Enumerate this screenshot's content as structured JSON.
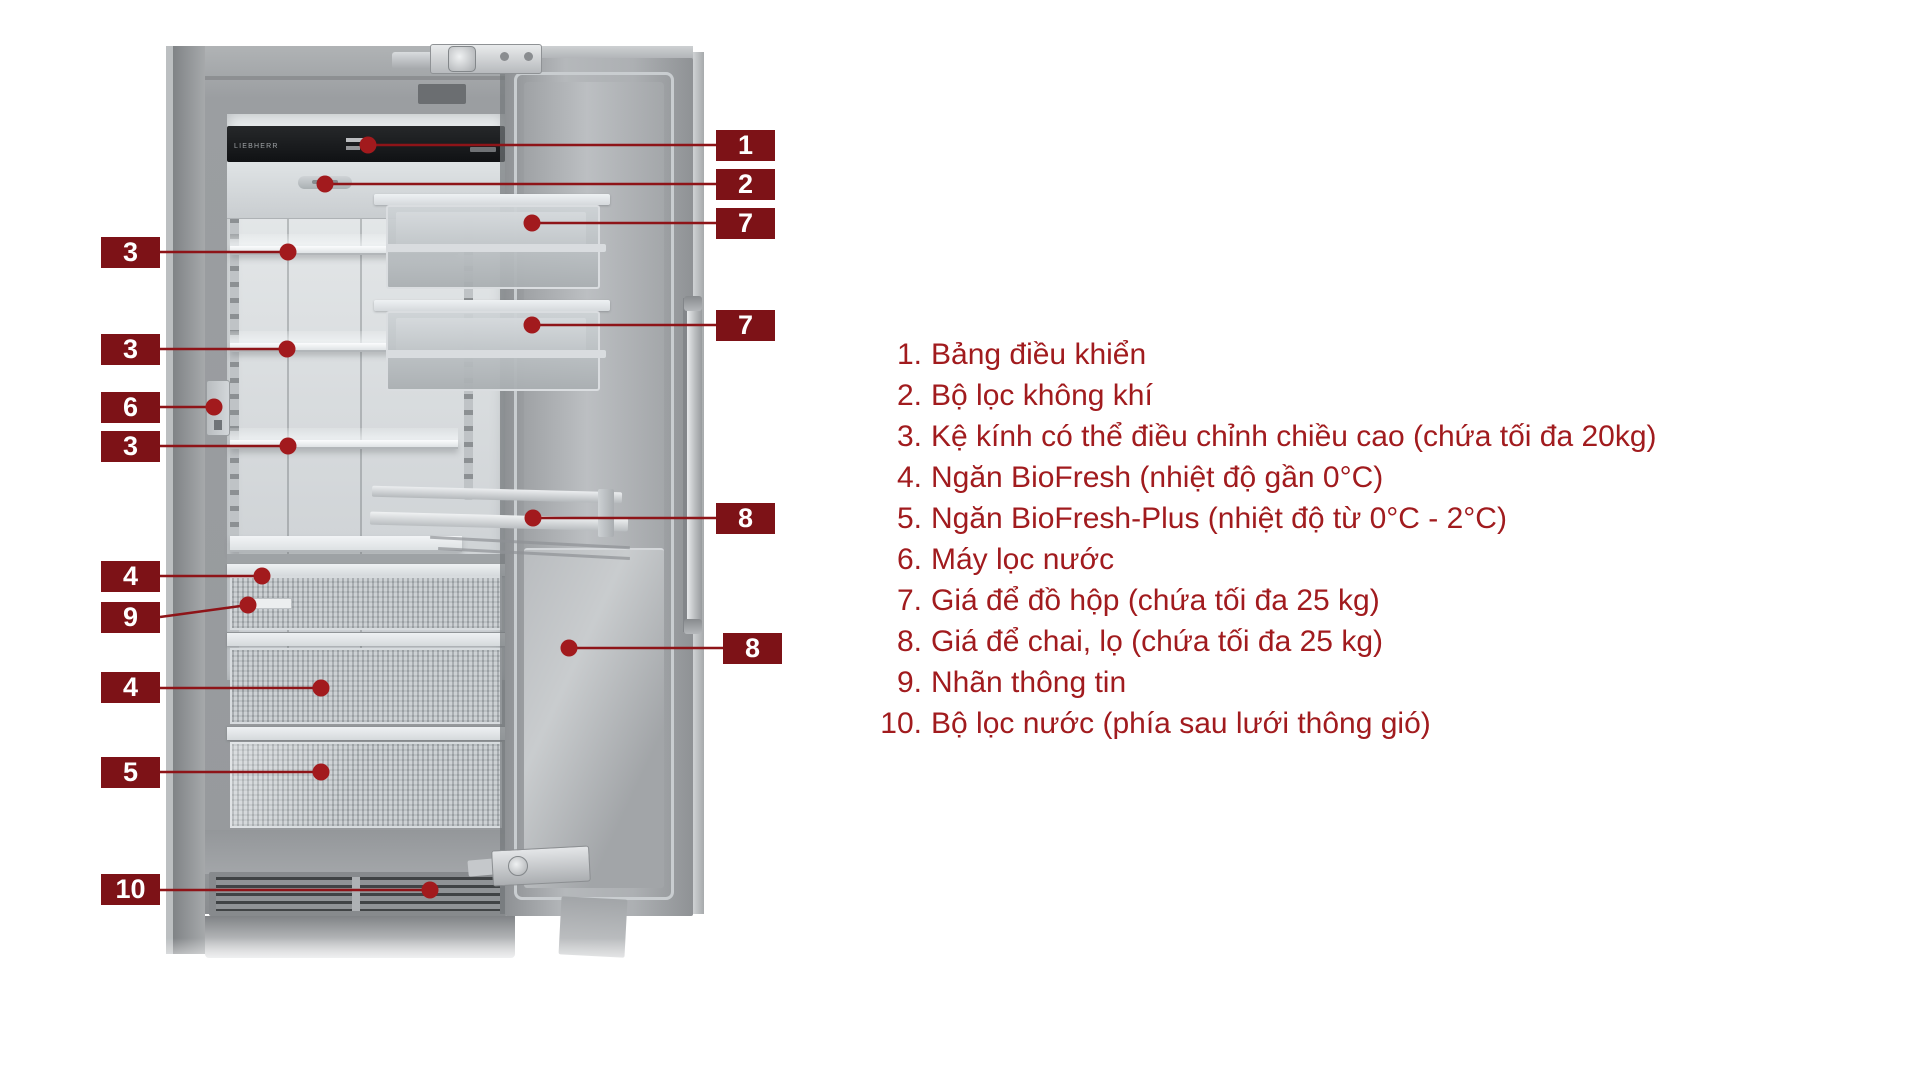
{
  "figure": {
    "brand": "LIEBHERR",
    "accent_color": "#7D1217",
    "line_color": "#8E1418",
    "legend_color": "#A11B1E"
  },
  "callouts": [
    {
      "number": "3"
    },
    {
      "number": "3"
    },
    {
      "number": "6"
    },
    {
      "number": "3"
    },
    {
      "number": "4"
    },
    {
      "number": "9"
    },
    {
      "number": "4"
    },
    {
      "number": "5"
    },
    {
      "number": "10"
    },
    {
      "number": "1"
    },
    {
      "number": "2"
    },
    {
      "number": "7"
    },
    {
      "number": "7"
    },
    {
      "number": "8"
    },
    {
      "number": "8"
    }
  ],
  "legend": {
    "items": [
      {
        "num": "1.",
        "text": "Bảng điều khiển"
      },
      {
        "num": "2.",
        "text": "Bộ lọc không khí"
      },
      {
        "num": "3.",
        "text": "Kệ kính có thể điều chỉnh chiều cao (chứa tối đa 20kg)"
      },
      {
        "num": "4.",
        "text": "Ngăn BioFresh (nhiệt độ gần 0°C)"
      },
      {
        "num": "5.",
        "text": "Ngăn BioFresh-Plus (nhiệt độ từ 0°C - 2°C)"
      },
      {
        "num": "6.",
        "text": "Máy lọc nước"
      },
      {
        "num": "7.",
        "text": "Giá để đồ hộp (chứa tối đa 25 kg)"
      },
      {
        "num": "8.",
        "text": "Giá để chai, lọ (chứa tối đa 25 kg)"
      },
      {
        "num": "9.",
        "text": "Nhãn thông tin"
      },
      {
        "num": "10.",
        "text": "Bộ lọc nước (phía sau lưới thông gió)"
      }
    ]
  }
}
